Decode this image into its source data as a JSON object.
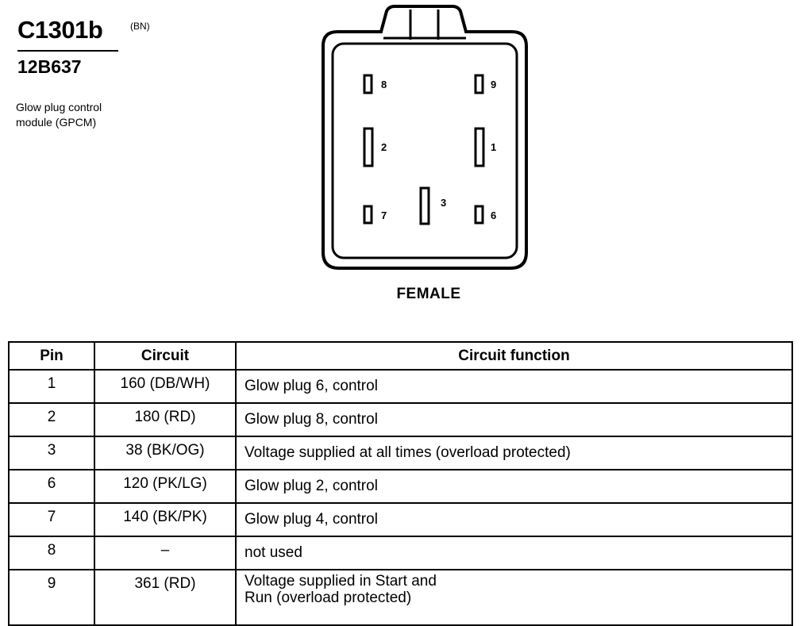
{
  "header": {
    "connector_id": "C1301b",
    "connector_color": "(BN)",
    "part_number": "12B637",
    "description_lines": [
      "Glow plug control",
      "module (GPCM)"
    ]
  },
  "connector": {
    "view_label": "FEMALE",
    "pins": [
      {
        "label": "8"
      },
      {
        "label": "9"
      },
      {
        "label": "2"
      },
      {
        "label": "1"
      },
      {
        "label": "3"
      },
      {
        "label": "7"
      },
      {
        "label": "6"
      }
    ]
  },
  "table": {
    "headers": {
      "pin": "Pin",
      "circuit": "Circuit",
      "function": "Circuit function"
    },
    "rows": [
      {
        "pin": "1",
        "circuit": "160 (DB/WH)",
        "function": [
          "Glow plug 6, control"
        ]
      },
      {
        "pin": "2",
        "circuit": "180 (RD)",
        "function": [
          "Glow plug 8, control"
        ]
      },
      {
        "pin": "3",
        "circuit": "38 (BK/OG)",
        "function": [
          "Voltage supplied at all times (overload protected)"
        ]
      },
      {
        "pin": "6",
        "circuit": "120 (PK/LG)",
        "function": [
          "Glow plug 2, control"
        ]
      },
      {
        "pin": "7",
        "circuit": "140 (BK/PK)",
        "function": [
          "Glow plug 4, control"
        ]
      },
      {
        "pin": "8",
        "circuit": "–",
        "function": [
          "not used"
        ]
      },
      {
        "pin": "9",
        "circuit": "361 (RD)",
        "function": [
          "Voltage supplied in Start and",
          "Run (overload protected)"
        ]
      }
    ]
  }
}
